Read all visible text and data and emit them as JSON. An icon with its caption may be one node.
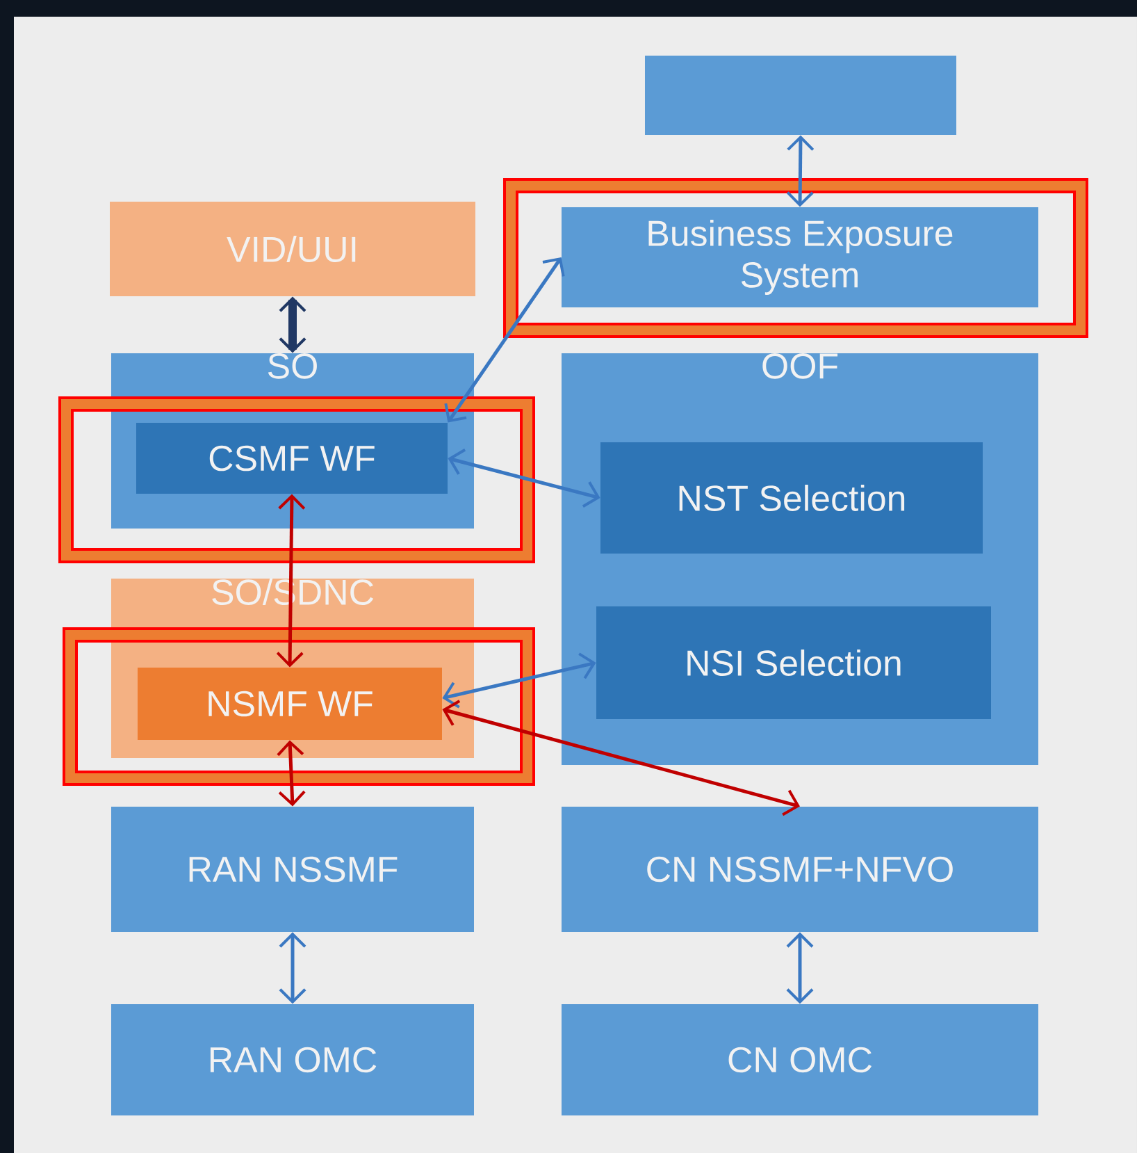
{
  "diagram": {
    "nodes": [
      {
        "text": [],
        "shape": "box"
      },
      {
        "text": [
          "Business Exposure System"
        ]
      },
      {
        "text": [
          "VID/UUI"
        ]
      },
      {
        "text": [
          "SO"
        ]
      },
      {
        "text": [
          "CSMF WF"
        ],
        "in": 3
      },
      {
        "text": [
          "OOF"
        ]
      },
      {
        "text": [
          "NST Selection"
        ],
        "in": 5
      },
      {
        "text": [
          "NSI Selection"
        ],
        "in": 5
      },
      {
        "text": [
          "SO/SDNC"
        ]
      },
      {
        "text": [
          "NSMF WF"
        ],
        "in": 8
      },
      {
        "text": [
          "RAN NSSMF"
        ]
      },
      {
        "text": [
          "CN NSSMF+NFVO"
        ]
      },
      {
        "text": [
          "RAN OMC"
        ]
      },
      {
        "text": [
          "CN OMC"
        ]
      }
    ],
    "edges": [
      {
        "from": 0,
        "to": 1,
        "arrow": "both"
      },
      {
        "from": 2,
        "to": 3,
        "arrow": "both",
        "style": "thick",
        "color": "#203864"
      },
      {
        "from": 4,
        "to": 1,
        "arrow": "both"
      },
      {
        "from": 4,
        "to": 6,
        "arrow": "both"
      },
      {
        "from": 4,
        "to": 9,
        "arrow": "both",
        "color": "#c00000"
      },
      {
        "from": 9,
        "to": 7,
        "arrow": "both"
      },
      {
        "from": 9,
        "to": 10,
        "arrow": "both",
        "color": "#c00000"
      },
      {
        "from": 9,
        "to": 11,
        "arrow": "both",
        "color": "#c00000"
      },
      {
        "from": 10,
        "to": 12,
        "arrow": "both"
      },
      {
        "from": 11,
        "to": 13,
        "arrow": "both"
      }
    ]
  }
}
